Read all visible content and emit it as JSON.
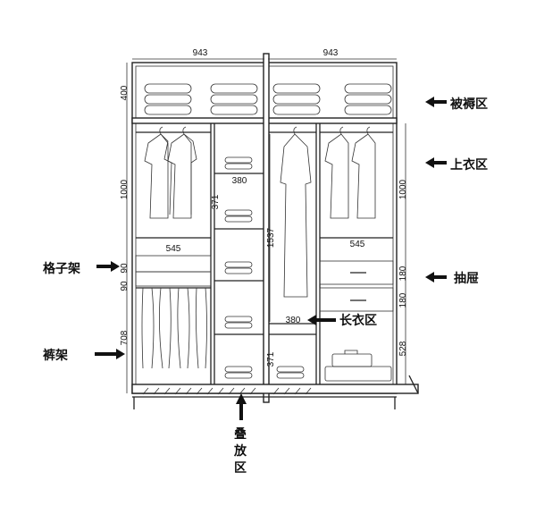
{
  "dimensions": {
    "top_left_width": "943",
    "top_right_width": "943",
    "left_top_height": "400",
    "left_upper_height": "1000",
    "left_mid_a": "90",
    "left_mid_b": "90",
    "left_lower_height": "708",
    "right_upper_height": "1000",
    "drawer_a": "180",
    "drawer_b": "180",
    "right_lower_height": "528",
    "hang_left_width": "545",
    "hang_right_width": "545",
    "shelf_top_width": "380",
    "shelf_mid_width": "380",
    "shelf_gap_a": "371",
    "shelf_gap_b": "371",
    "long_hang_height": "1537"
  },
  "labels": {
    "bedding": "被褥区",
    "upper_clothes": "上衣区",
    "drawer": "抽屉",
    "long_clothes": "长衣区",
    "grid_rack": "格子架",
    "pants_rack": "裤架",
    "folding_1": "叠",
    "folding_2": "放",
    "folding_3": "区"
  }
}
